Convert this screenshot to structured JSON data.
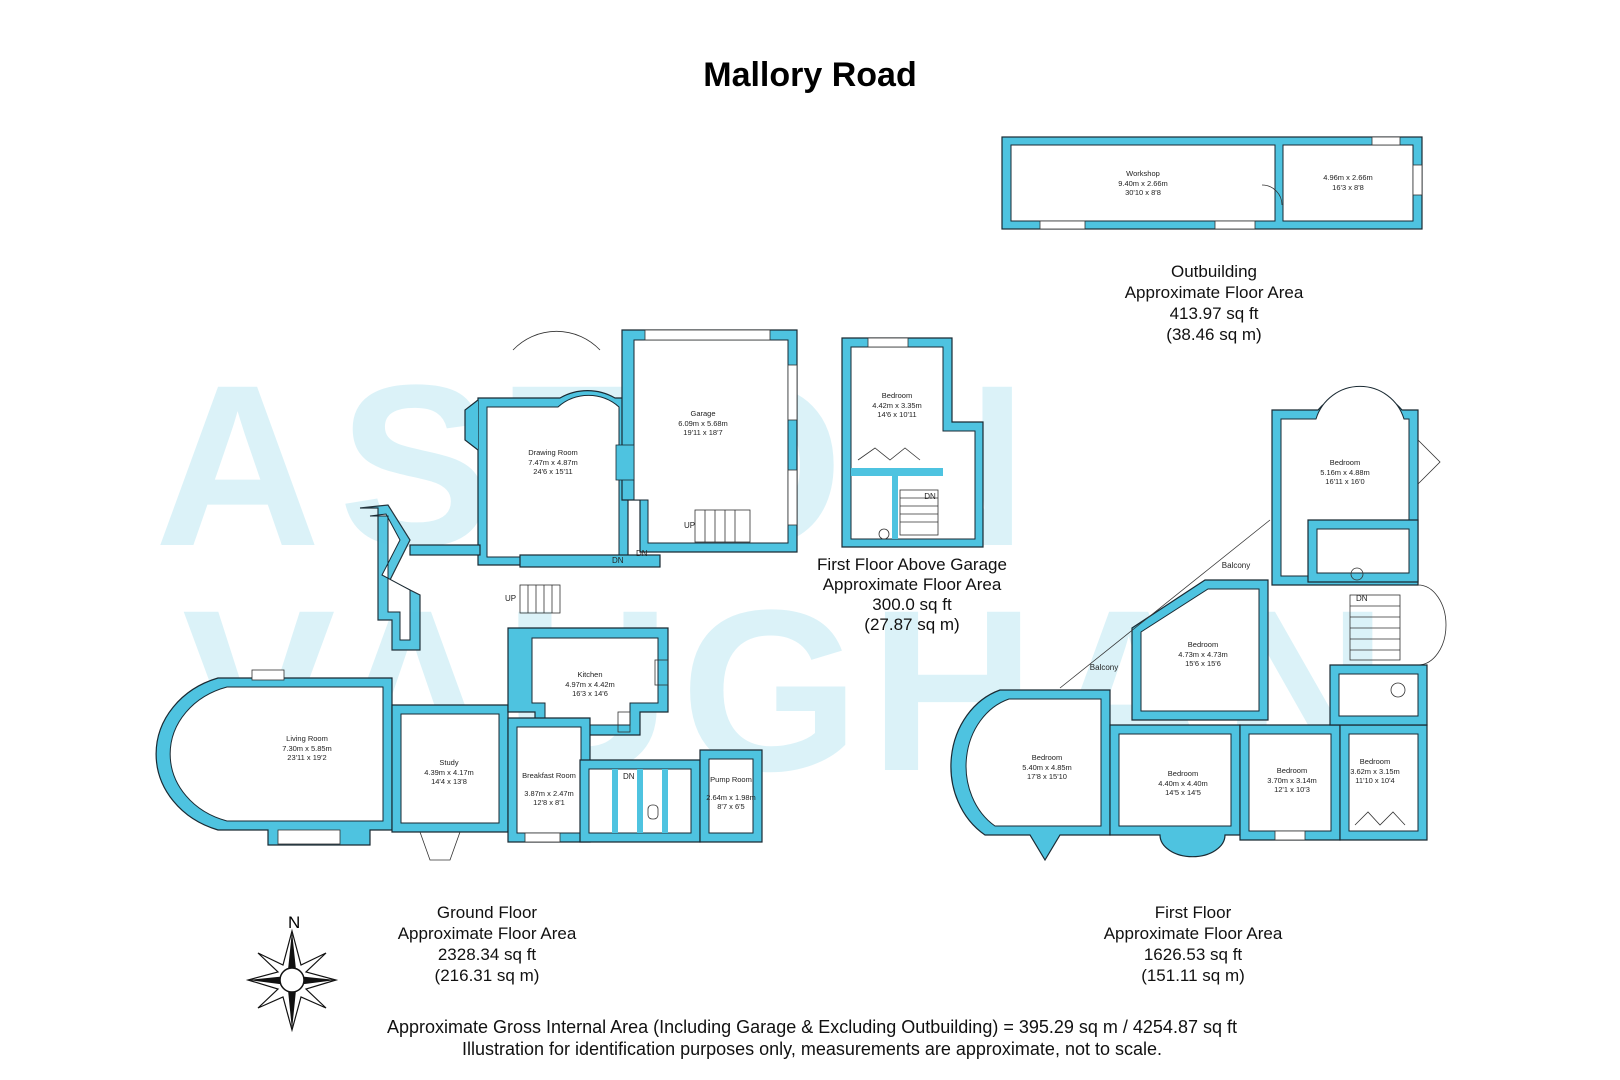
{
  "title": "Mallory Road",
  "watermark": {
    "line1": "ASTON",
    "line2": "VAUGHAN"
  },
  "outbuilding": {
    "label1": "Outbuilding",
    "label2": "Approximate Floor Area",
    "sqft": "413.97 sq ft",
    "sqm": "(38.46 sq m)",
    "rooms": [
      {
        "name": "Workshop",
        "metric": "9.40m x 2.66m",
        "imperial": "30'10 x 8'8"
      },
      {
        "name": "",
        "metric": "4.96m x 2.66m",
        "imperial": "16'3 x 8'8"
      }
    ]
  },
  "above_garage": {
    "label1": "First Floor Above Garage",
    "label2": "Approximate Floor Area",
    "sqft": "300.0 sq ft",
    "sqm": "(27.87 sq m)",
    "rooms": [
      {
        "name": "Bedroom",
        "metric": "4.42m x 3.35m",
        "imperial": "14'6 x 10'11"
      }
    ],
    "stair_label": "DN"
  },
  "ground_floor": {
    "label1": "Ground Floor",
    "label2": "Approximate Floor Area",
    "sqft": "2328.34 sq ft",
    "sqm": "(216.31 sq m)",
    "rooms": [
      {
        "name": "Drawing Room",
        "metric": "7.47m x 4.87m",
        "imperial": "24'6 x 15'11"
      },
      {
        "name": "Garage",
        "metric": "6.09m x 5.68m",
        "imperial": "19'11 x 18'7"
      },
      {
        "name": "Kitchen",
        "metric": "4.97m x 4.42m",
        "imperial": "16'3 x 14'6"
      },
      {
        "name": "Living Room",
        "metric": "7.30m x 5.85m",
        "imperial": "23'11 x 19'2"
      },
      {
        "name": "Study",
        "metric": "4.39m x 4.17m",
        "imperial": "14'4 x 13'8"
      },
      {
        "name": "Breakfast Room",
        "metric": "3.87m x 2.47m",
        "imperial": "12'8 x 8'1"
      },
      {
        "name": "Pump Room",
        "metric": "2.64m x 1.98m",
        "imperial": "8'7 x 6'5"
      }
    ],
    "markers": {
      "up1": "UP",
      "up2": "UP",
      "dn1": "DN",
      "dn2": "DN",
      "dn3": "DN"
    }
  },
  "first_floor": {
    "label1": "First Floor",
    "label2": "Approximate Floor Area",
    "sqft": "1626.53 sq ft",
    "sqm": "(151.11 sq m)",
    "rooms": [
      {
        "name": "Bedroom",
        "metric": "5.16m x 4.88m",
        "imperial": "16'11 x 16'0"
      },
      {
        "name": "Bedroom",
        "metric": "4.73m x 4.73m",
        "imperial": "15'6 x 15'6"
      },
      {
        "name": "Bedroom",
        "metric": "5.40m x 4.85m",
        "imperial": "17'8 x 15'10"
      },
      {
        "name": "Bedroom",
        "metric": "4.40m x 4.40m",
        "imperial": "14'5 x 14'5"
      },
      {
        "name": "Bedroom",
        "metric": "3.70m x 3.14m",
        "imperial": "12'1 x 10'3"
      },
      {
        "name": "Bedroom",
        "metric": "3.62m x 3.15m",
        "imperial": "11'10 x 10'4"
      }
    ],
    "balcony1": "Balcony",
    "balcony2": "Balcony",
    "dn": "DN"
  },
  "compass": {
    "north": "N"
  },
  "footer": {
    "line1": "Approximate Gross Internal Area (Including Garage & Excluding Outbuilding) = 395.29 sq m / 4254.87 sq ft",
    "line2": "Illustration for identification purposes only, measurements are approximate, not to scale."
  }
}
